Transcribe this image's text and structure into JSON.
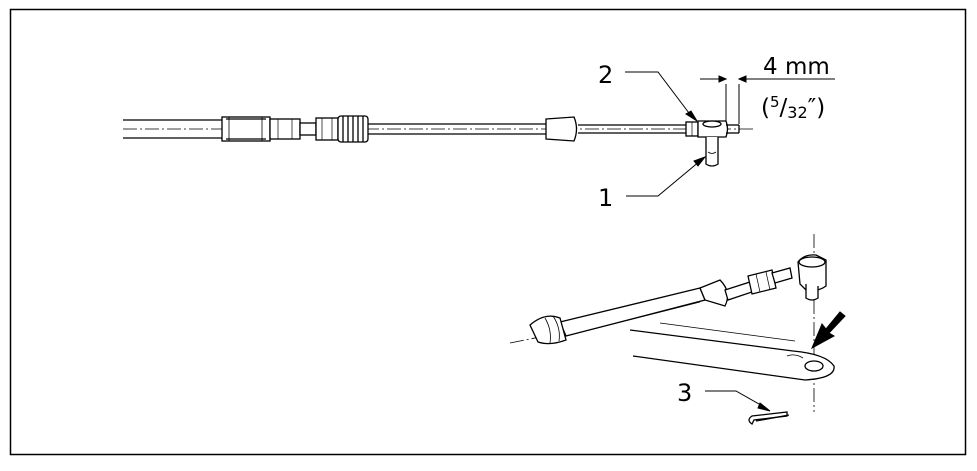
{
  "colors": {
    "line": "#000000",
    "background": "#ffffff",
    "frame": "#000000"
  },
  "callouts": {
    "part_1": "1",
    "part_2": "2",
    "part_3": "3"
  },
  "dimension": {
    "metric": "4 mm",
    "imperial_open": "(",
    "imperial_numerator": "5",
    "imperial_slash": "/",
    "imperial_denominator": "32",
    "imperial_close": "″)"
  }
}
